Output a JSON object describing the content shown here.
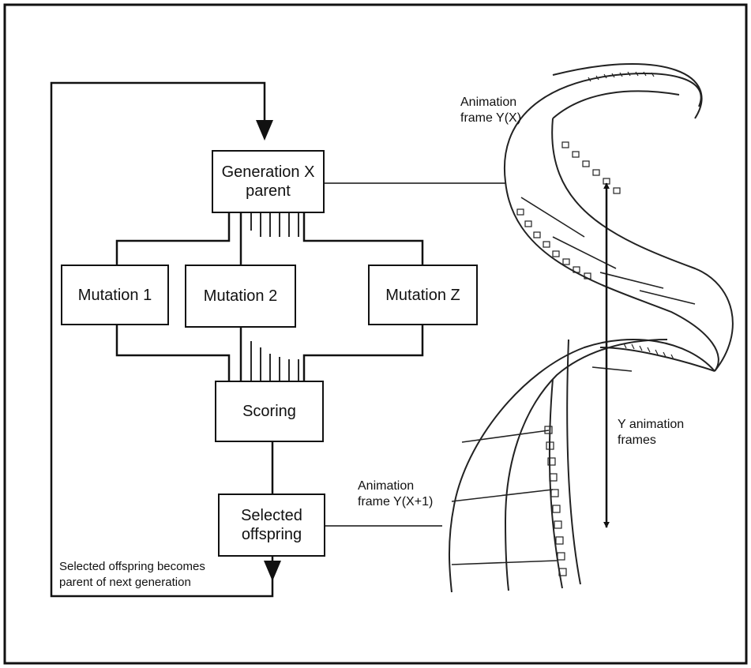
{
  "nodes": {
    "parent": "Generation X\nparent",
    "mutation_1": "Mutation 1",
    "mutation_2": "Mutation 2",
    "mutation_z": "Mutation Z",
    "scoring": "Scoring",
    "selected": "Selected\noffspring"
  },
  "labels": {
    "frame_top": "Animation\nframe Y(X)",
    "frame_bottom": "Animation\nframe Y(X+1)",
    "y_frames": "Y animation\nframes",
    "loop_note": "Selected offspring becomes\nparent of next generation"
  }
}
